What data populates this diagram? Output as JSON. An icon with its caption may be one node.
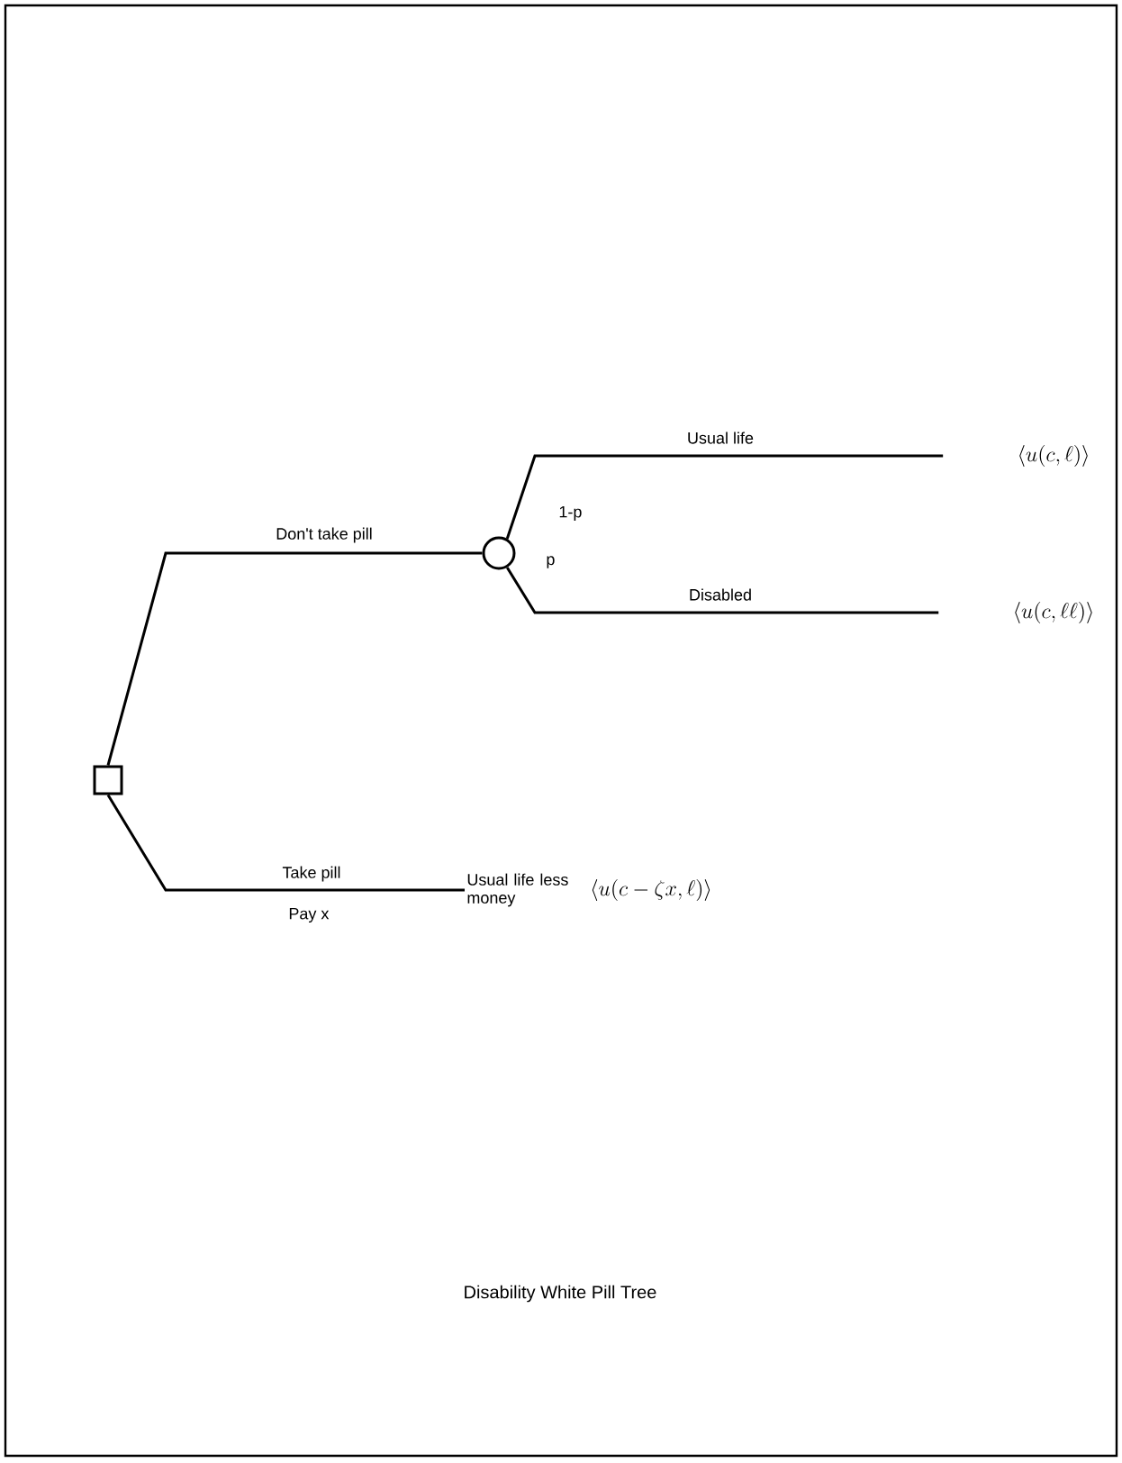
{
  "diagram": {
    "caption": "Disability White Pill Tree",
    "nodes": [
      {
        "text": [],
        "shape": "box"
      },
      {
        "text": [],
        "shape": "circle"
      },
      {
        "text": [
          "\\langle u(c,\\ell)\\rangle"
        ]
      },
      {
        "text": [
          "\\langle u(c,\\ell\\ell)\\rangle"
        ]
      },
      {
        "text": [
          "Usual life less money"
        ],
        "beside": [
          "\\langle u(c-\\zeta x,\\ell)\\rangle"
        ]
      }
    ],
    "edges": [
      {
        "from": 0,
        "to": 1,
        "arrow": "none",
        "label": "Don't take pill"
      },
      {
        "from": 1,
        "to": 2,
        "arrow": "none",
        "label": "Usual life"
      },
      {
        "from": 1,
        "to": 3,
        "arrow": "none",
        "label": "Disabled"
      },
      {
        "from": 0,
        "to": 4,
        "arrow": "none",
        "label": "Take pill"
      }
    ],
    "labels": [
      "1-p",
      "p",
      "Pay x"
    ]
  }
}
